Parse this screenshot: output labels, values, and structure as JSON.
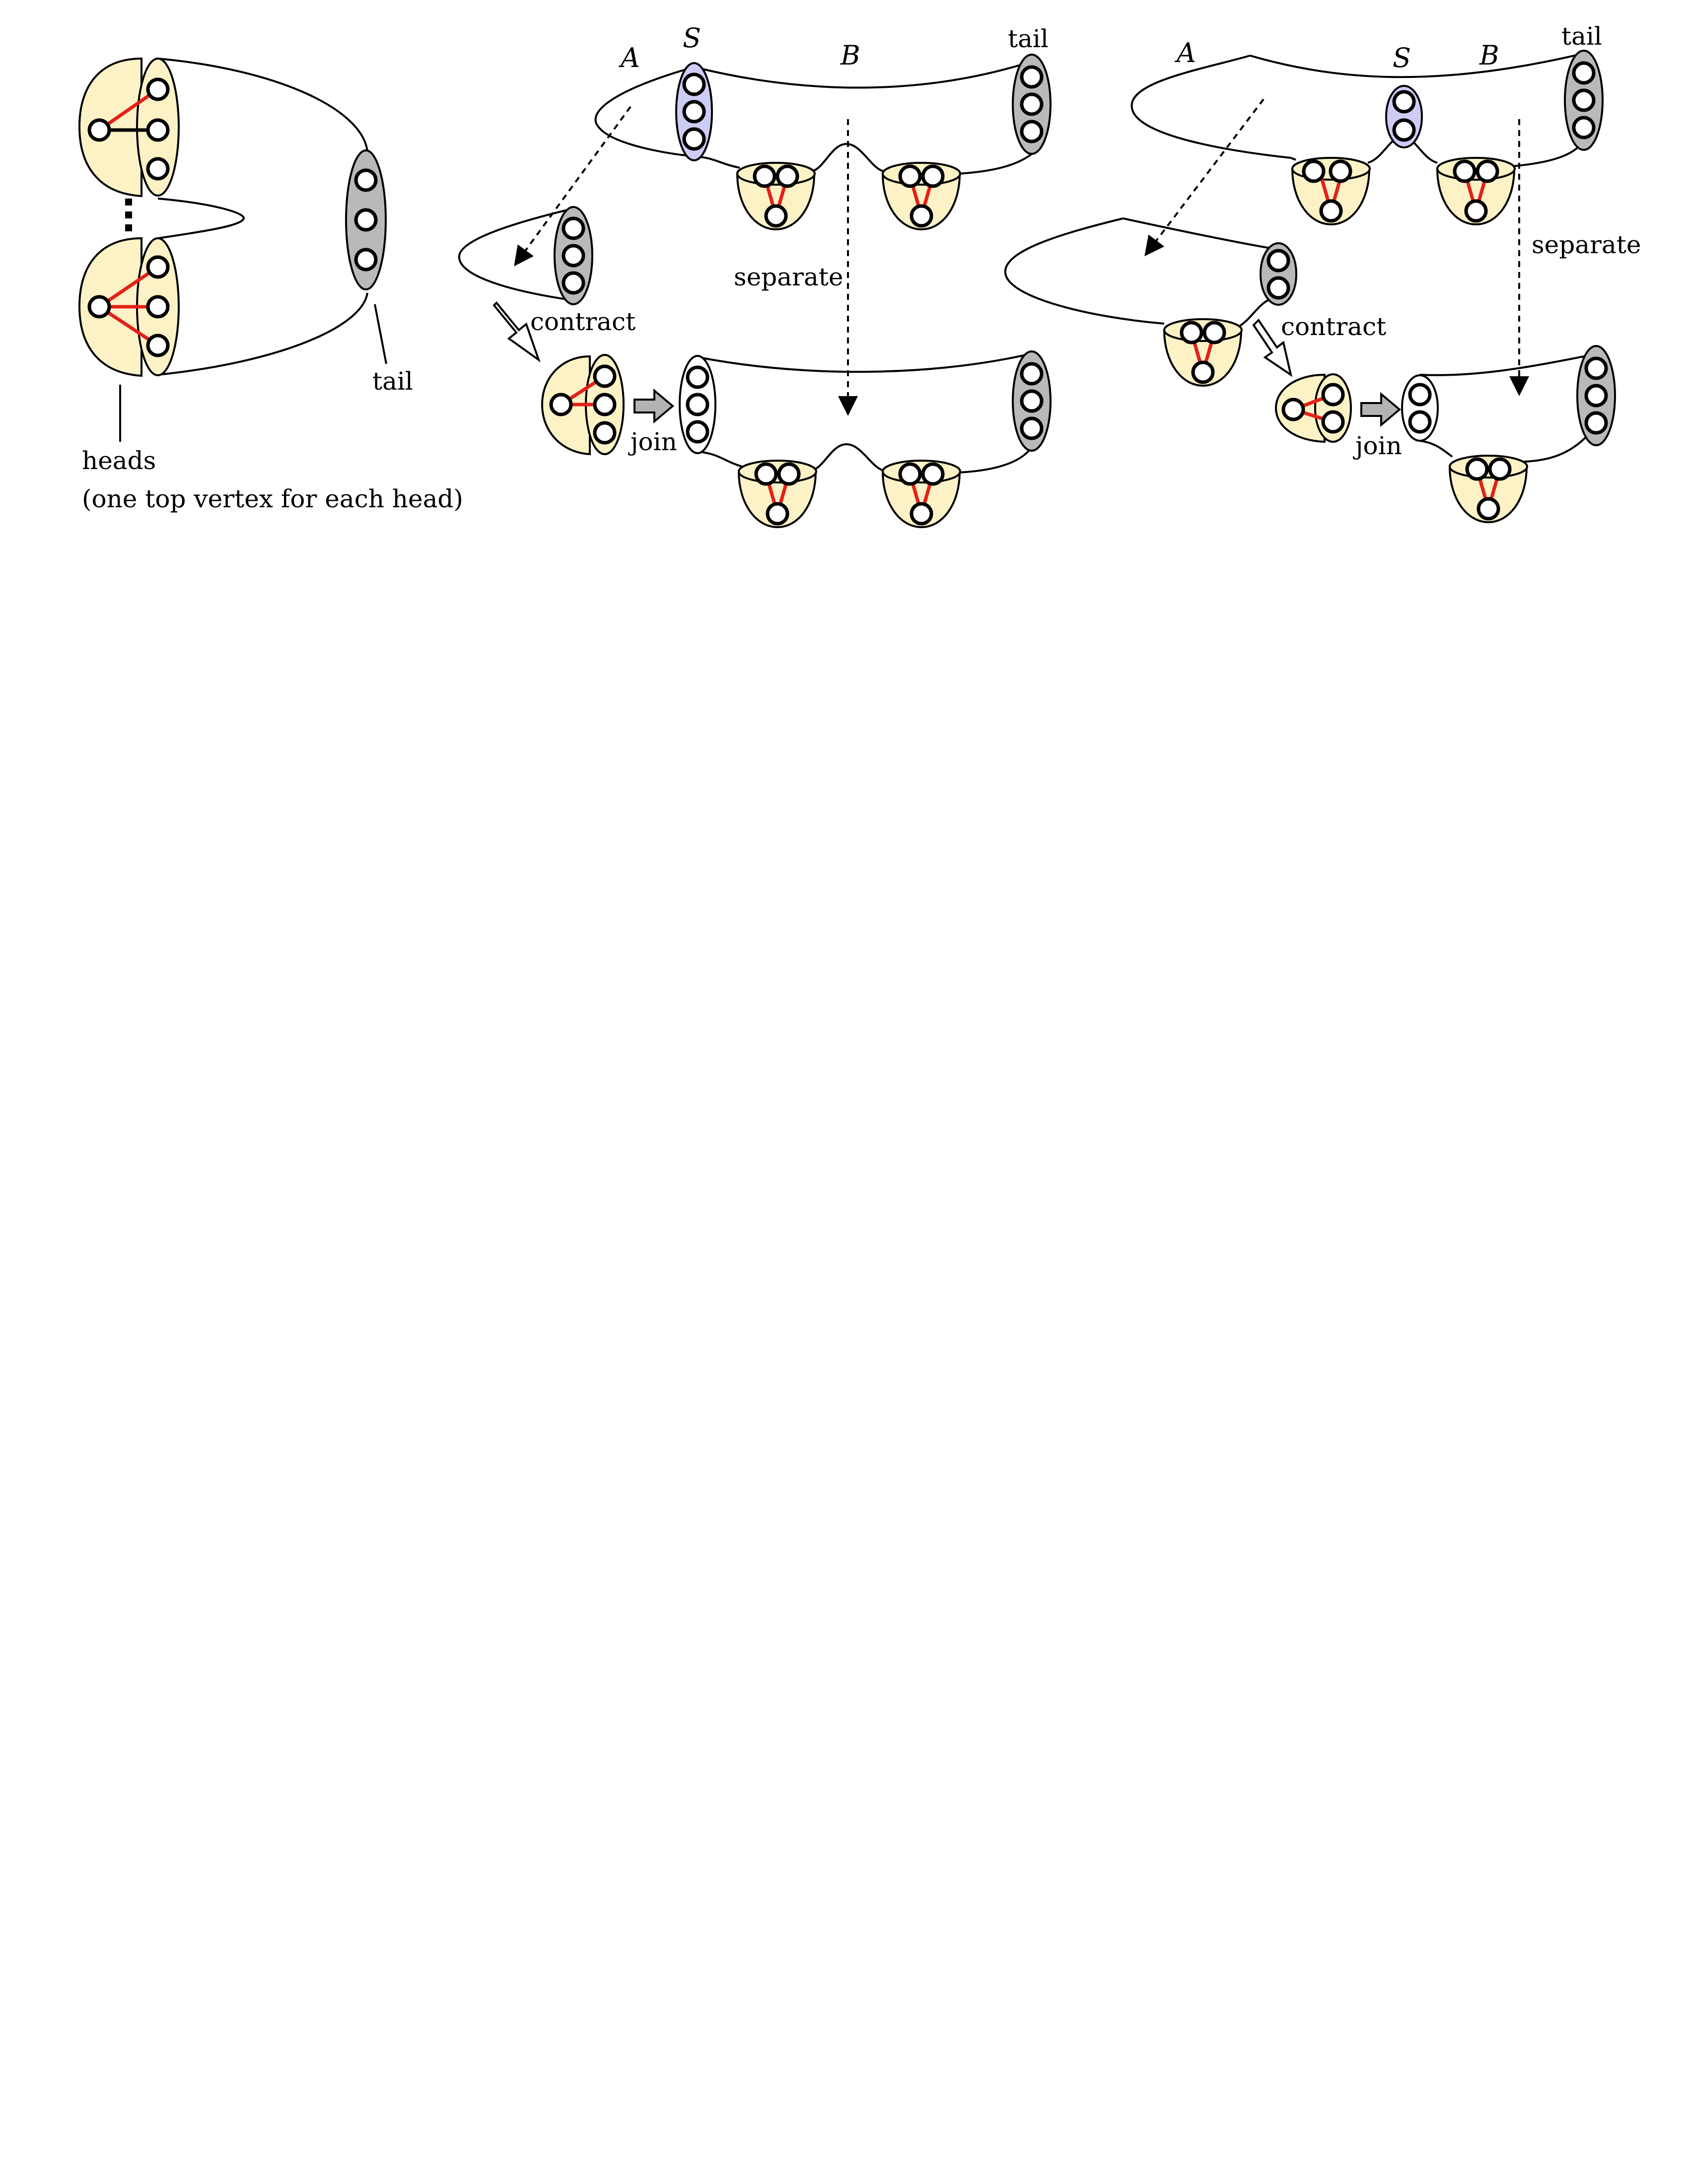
{
  "colors": {
    "head_fill": "#fdf2c6",
    "tail_fill": "#b9b9b9",
    "separator_fill": "#ccccf5",
    "edge": "#e32119",
    "outline": "#000000",
    "vertex_fill": "#ffffff",
    "arrow_fill": "#b3b3b3"
  },
  "panel1": {
    "tail_label": "tail",
    "heads_label": "heads",
    "heads_note": "(one top vertex for each head)"
  },
  "panel2": {
    "label_a": "A",
    "label_s": "S",
    "label_b": "B",
    "tail_label": "tail",
    "separate_label": "separate",
    "contract_label": "contract",
    "join_label": "join"
  },
  "panel3": {
    "label_a": "A",
    "label_s": "S",
    "label_b": "B",
    "tail_label": "tail",
    "separate_label": "separate",
    "contract_label": "contract",
    "join_label": "join"
  }
}
